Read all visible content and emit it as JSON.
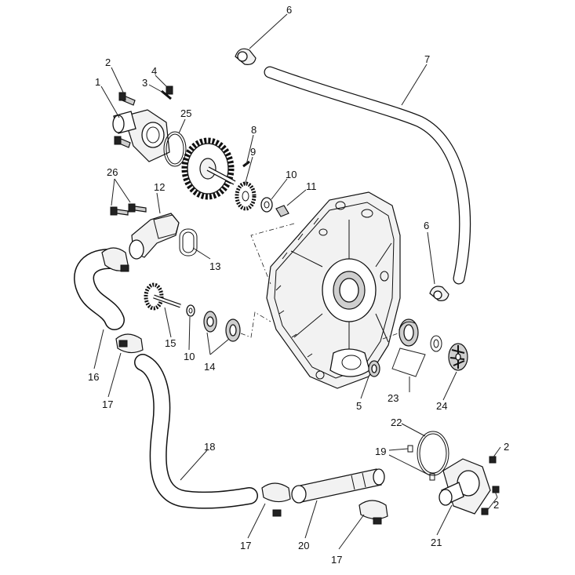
{
  "callouts": {
    "c1": "1",
    "c2a": "2",
    "c2b": "2",
    "c2c": "2",
    "c3": "3",
    "c4": "4",
    "c5": "5",
    "c6a": "6",
    "c6b": "6",
    "c7": "7",
    "c8": "8",
    "c9": "9",
    "c10a": "10",
    "c10b": "10",
    "c11": "11",
    "c12": "12",
    "c13": "13",
    "c14": "14",
    "c15": "15",
    "c16": "16",
    "c17a": "17",
    "c17b": "17",
    "c17c": "17",
    "c18": "18",
    "c19": "19",
    "c20": "20",
    "c21": "21",
    "c22": "22",
    "c23": "23",
    "c24": "24",
    "c25": "25",
    "c26": "26"
  }
}
